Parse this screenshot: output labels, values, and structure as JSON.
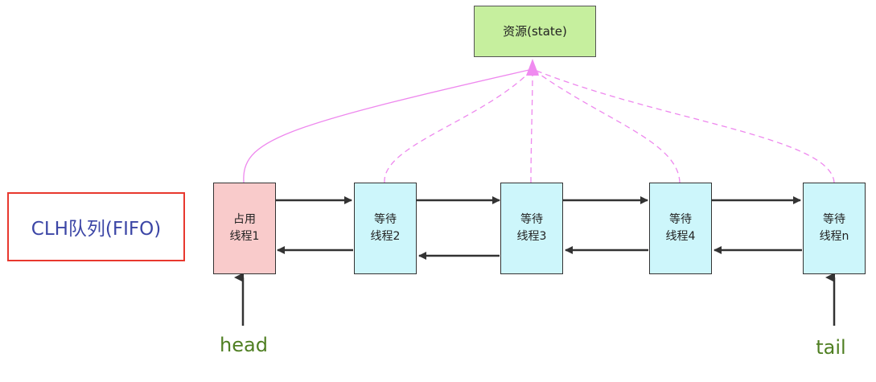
{
  "resource": {
    "label": "资源(state)",
    "fill_color": "#c6ef9e"
  },
  "queue_label": {
    "text": "CLH队列(FIFO)",
    "text_color": "#3c46a6",
    "border_color": "#e8382e"
  },
  "nodes": [
    {
      "line1": "占用",
      "line2": "线程1",
      "state": "owner",
      "fill_color": "#f9cbcb"
    },
    {
      "line1": "等待",
      "line2": "线程2",
      "state": "waiting",
      "fill_color": "#cdf6fb"
    },
    {
      "line1": "等待",
      "line2": "线程3",
      "state": "waiting",
      "fill_color": "#cdf6fb"
    },
    {
      "line1": "等待",
      "line2": "线程4",
      "state": "waiting",
      "fill_color": "#cdf6fb"
    },
    {
      "line1": "等待",
      "line2": "线程n",
      "state": "waiting",
      "fill_color": "#cdf6fb"
    }
  ],
  "pointers": {
    "head": "head",
    "tail": "tail",
    "text_color": "#4f7f22"
  },
  "connections": {
    "resource_link_color": "#ee88ee",
    "owner_link": "solid",
    "waiting_links": "dashed",
    "queue_links": "bidirectional"
  }
}
